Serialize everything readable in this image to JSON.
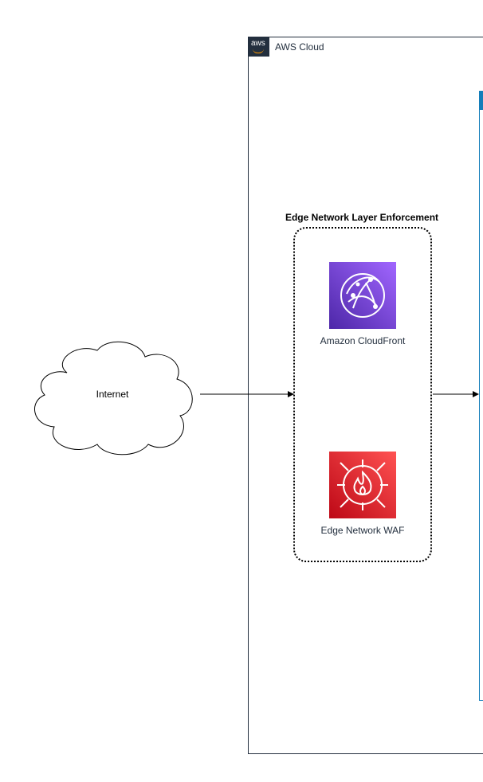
{
  "aws_cloud": {
    "logo_text": "aws",
    "label": "AWS Cloud",
    "border_color": "#232f3e",
    "accent_color": "#ff9900"
  },
  "inner_group": {
    "border_color": "#147eba"
  },
  "edge_layer": {
    "title": "Edge Network Layer Enforcement",
    "services": [
      {
        "label": "Amazon CloudFront",
        "icon": "cloudfront-icon",
        "gradient": [
          "#4d27a8",
          "#a166ff"
        ]
      },
      {
        "label": "Edge Network WAF",
        "icon": "waf-icon",
        "gradient": [
          "#bd0816",
          "#ff5252"
        ]
      }
    ]
  },
  "internet": {
    "label": "Internet",
    "icon": "cloud-shape"
  },
  "connections": [
    {
      "from": "Internet",
      "to": "Edge Network Layer Enforcement"
    },
    {
      "from": "Edge Network Layer Enforcement",
      "to": "inner-group"
    }
  ]
}
